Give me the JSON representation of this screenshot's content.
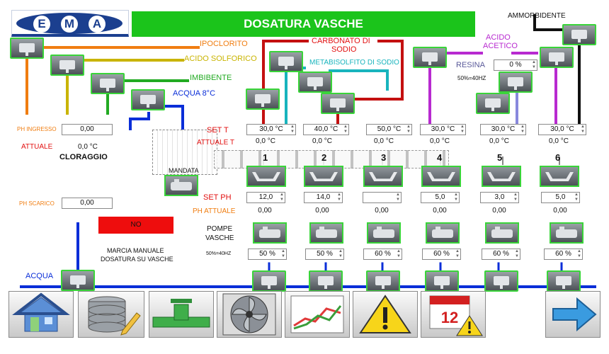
{
  "header": {
    "logo_letters": [
      "E",
      "M",
      "A"
    ],
    "title": "DOSATURA VASCHE",
    "brand_color": "#1b3f8f",
    "title_color": "#1bc41b"
  },
  "chemicals": {
    "ipoclorito": "IPOCLORITO",
    "acido_solforico": "ACIDO SOLFORICO",
    "imbibente": "IMBIBENTE",
    "acqua_8": "ACQUA 8°C",
    "carbonato_line1": "CARBONATO DI",
    "carbonato_line2": "SODIO",
    "metabisolfito": "METABISOLFITO DI SODIO",
    "acido_acetico_line1": "ACIDO",
    "acido_acetico_line2": "ACETICO",
    "ammorbidente": "AMMORBIDENTE",
    "resina": "RESINA",
    "resina_value": "0 %",
    "resina_note": "50%=40HZ"
  },
  "cloraggio": {
    "ph_ingresso_label": "PH INGRESSO",
    "ph_ingresso_value": "0,00",
    "attuale_label": "ATTUALE",
    "attuale_value": "0,0 °C",
    "title": "CLORAGGIO",
    "mandata_label": "MANDATA",
    "ph_scarico_label": "PH SCARICO",
    "ph_scarico_value": "0,00"
  },
  "labels": {
    "set_t": "SET T",
    "attuale_t": "ATTUALE T",
    "set_ph": "SET PH",
    "ph_attuale": "PH ATTUALE",
    "pompe_line1": "POMPE",
    "pompe_line2": "VASCHE",
    "pump_note": "50%=40HZ",
    "acqua": "ACQUA"
  },
  "manual": {
    "button_label": "NO",
    "line1": "MARCIA MANUALE",
    "line2": "DOSATURA SU VASCHE"
  },
  "tanks": [
    {
      "number": "1",
      "set_t": "30,0 °C",
      "actual_t": "0,0 °C",
      "set_ph": "12,0",
      "ph_actual": "0,00",
      "pump": "50 %"
    },
    {
      "number": "2",
      "set_t": "40,0 °C",
      "actual_t": "0,0 °C",
      "set_ph": "14,0",
      "ph_actual": "0,00",
      "pump": "50 %"
    },
    {
      "number": "3",
      "set_t": "50,0 °C",
      "actual_t": "0,0 °C",
      "set_ph": "",
      "ph_actual": "0,00",
      "pump": "60 %"
    },
    {
      "number": "4",
      "set_t": "30,0 °C",
      "actual_t": "0,0 °C",
      "set_ph": "5,0",
      "ph_actual": "0,00",
      "pump": "60 %"
    },
    {
      "number": "5",
      "set_t": "30,0 °C",
      "actual_t": "0,0 °C",
      "set_ph": "3,0",
      "ph_actual": "0,00",
      "pump": "60 %"
    },
    {
      "number": "6",
      "set_t": "30,0 °C",
      "actual_t": "0,0 °C",
      "set_ph": "5,0",
      "ph_actual": "0,00",
      "pump": "60 %"
    }
  ],
  "toolbar": [
    {
      "icon": "home-icon"
    },
    {
      "icon": "database-icon"
    },
    {
      "icon": "pipe-valve-icon"
    },
    {
      "icon": "fan-icon"
    },
    {
      "icon": "trend-chart-icon"
    },
    {
      "icon": "warning-icon"
    },
    {
      "icon": "calendar-alarm-icon",
      "day": "12"
    },
    {
      "icon": "arrow-right-icon"
    }
  ],
  "pipe_colors": {
    "ipoclorito": "#f07d10",
    "acido_solforico": "#c9b400",
    "imbibente": "#22aa22",
    "acqua": "#0a2ed8",
    "carbonato": "#c41010",
    "metabisolfito": "#18b4bd",
    "acido_acetico": "#b82ad0",
    "resina": "#8888dd",
    "ammorbidente": "#111111"
  }
}
